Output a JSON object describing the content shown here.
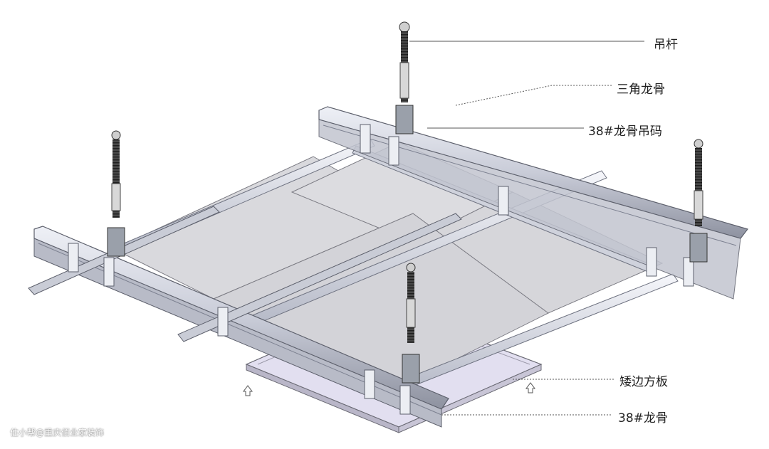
{
  "labels": {
    "hanger_rod": "吊杆",
    "triangle_keel": "三角龙骨",
    "keel_clip": "38#龙骨吊码",
    "panel": "矮边方板",
    "main_keel": "38#龙骨"
  },
  "watermark": "住小帮@重庆佰业家装饰",
  "colors": {
    "panel_fill": "#dadade",
    "lower_panel_fill": "#dfdcef",
    "keel_fill": "#d9dce6",
    "keel_edge": "#6e7280",
    "rod_color": "#3a3a3a",
    "leader_color": "#555555"
  }
}
